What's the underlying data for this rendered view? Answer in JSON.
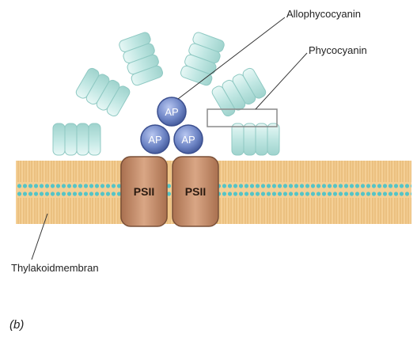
{
  "labels": {
    "allophycocyanin": "Allophycocyanin",
    "phycocyanin": "Phycocyanin",
    "thylakoid_membrane": "Thylakoidmembran",
    "panel": "(b)"
  },
  "subunits": {
    "ap": "AP",
    "psii_left": "PSII",
    "psii_right": "PSII"
  },
  "colors": {
    "rod_fill": "#cfeeea",
    "rod_stroke": "#8fc9c3",
    "ap_fill": "#6f86c6",
    "ap_stroke": "#3b4f8f",
    "psii_fill": "#c08a6a",
    "psii_stroke": "#7a5038",
    "membrane_core": "#f2c98a",
    "membrane_head": "#58c7c9"
  }
}
